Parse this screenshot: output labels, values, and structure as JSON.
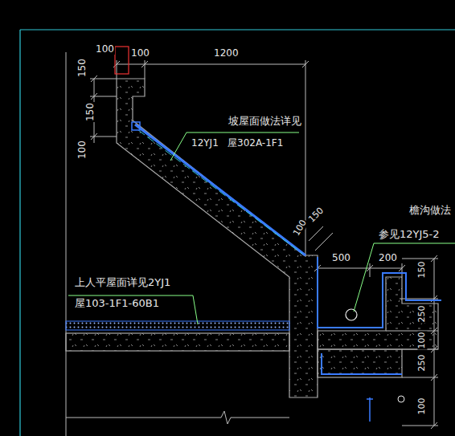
{
  "diagram": {
    "labels": [
      "100",
      "100",
      "1200",
      "150",
      "150",
      "100",
      "坡屋面做法详见",
      "12YJ1",
      "屋302A-1F1",
      "100",
      "150",
      "500",
      "200",
      "檐沟做法",
      "参见12YJ5-2",
      "上人平屋面详见2YJ1",
      "屋103-1F1-60B1",
      "150",
      "250",
      "100",
      "250",
      "100"
    ]
  }
}
